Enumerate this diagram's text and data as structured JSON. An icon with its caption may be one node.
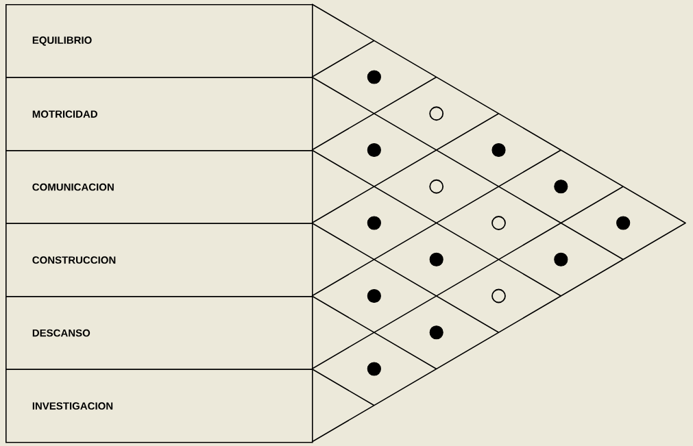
{
  "diagram": {
    "nodes": [
      {
        "text": [
          "EQUILIBRIO"
        ]
      },
      {
        "text": [
          "MOTRICIDAD"
        ]
      },
      {
        "text": [
          "COMUNICACION"
        ]
      },
      {
        "text": [
          "CONSTRUCCION"
        ]
      },
      {
        "text": [
          "DESCANSO"
        ]
      },
      {
        "text": [
          "INVESTIGACION"
        ]
      },
      {
        "text": [],
        "shape": "dot"
      },
      {
        "text": [],
        "shape": "circle"
      },
      {
        "text": [],
        "shape": "dot"
      },
      {
        "text": [],
        "shape": "dot"
      },
      {
        "text": [],
        "shape": "circle"
      },
      {
        "text": [],
        "shape": "dot"
      },
      {
        "text": [],
        "shape": "dot"
      },
      {
        "text": [],
        "shape": "circle"
      },
      {
        "text": [],
        "shape": "dot"
      },
      {
        "text": [],
        "shape": "dot"
      },
      {
        "text": [],
        "shape": "dot"
      },
      {
        "text": [],
        "shape": "dot"
      },
      {
        "text": [],
        "shape": "circle"
      },
      {
        "text": [],
        "shape": "dot"
      },
      {
        "text": [],
        "shape": "dot"
      }
    ]
  }
}
